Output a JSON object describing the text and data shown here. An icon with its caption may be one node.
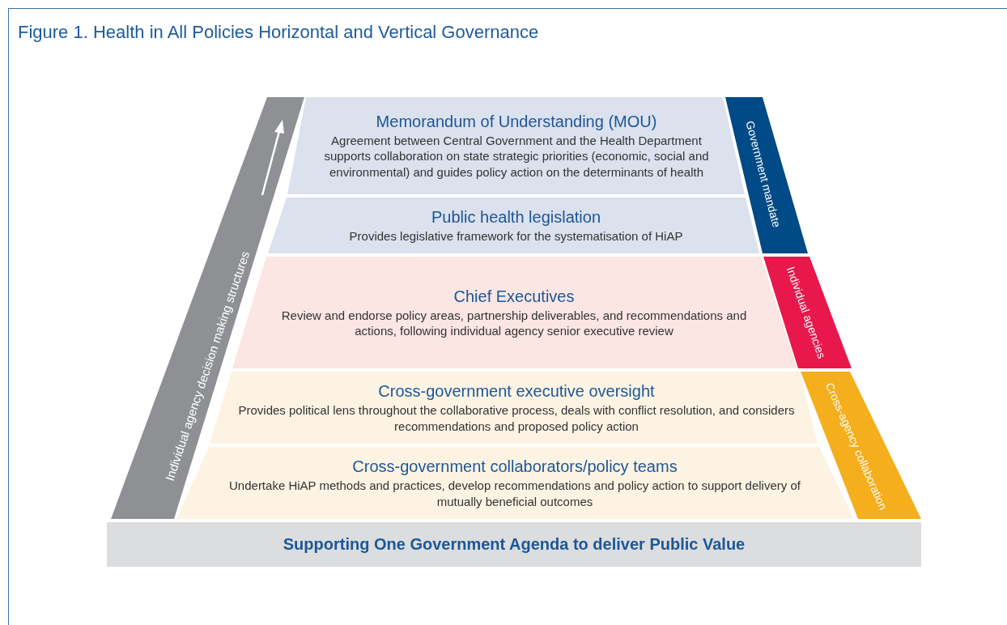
{
  "diagram": {
    "title": "Figure 1. Health in All Policies Horizontal and Vertical Governance",
    "nodes": [
      {
        "text": [
          "Individual agency decision making structures"
        ]
      },
      {
        "text": [
          "Memorandum of Understanding (MOU)",
          "Agreement between Central Government and the Health Department supports collaboration on state strategic priorities (economic, social and environmental) and guides policy action on the determinants of health"
        ]
      },
      {
        "text": [
          "Public health legislation",
          "Provides legislative framework for the systematisation of HiAP"
        ]
      },
      {
        "text": [
          "Chief Executives",
          "Review and endorse policy areas, partnership deliverables, and recommendations and actions, following individual agency senior executive review"
        ]
      },
      {
        "text": [
          "Cross-government executive oversight",
          "Provides political lens throughout the collaborative process, deals with conflict resolution, and considers recommendations and proposed policy action"
        ]
      },
      {
        "text": [
          "Cross-government collaborators/policy teams",
          "Undertake HiAP methods and practices, develop recommendations and policy action to support delivery of mutually beneficial outcomes"
        ]
      },
      {
        "text": [
          "Government mandate"
        ]
      },
      {
        "text": [
          "Individual agencies"
        ]
      },
      {
        "text": [
          "Cross-agency collaboration"
        ]
      },
      {
        "text": [
          "Supporting One Government Agenda to deliver Public Value"
        ]
      }
    ]
  }
}
